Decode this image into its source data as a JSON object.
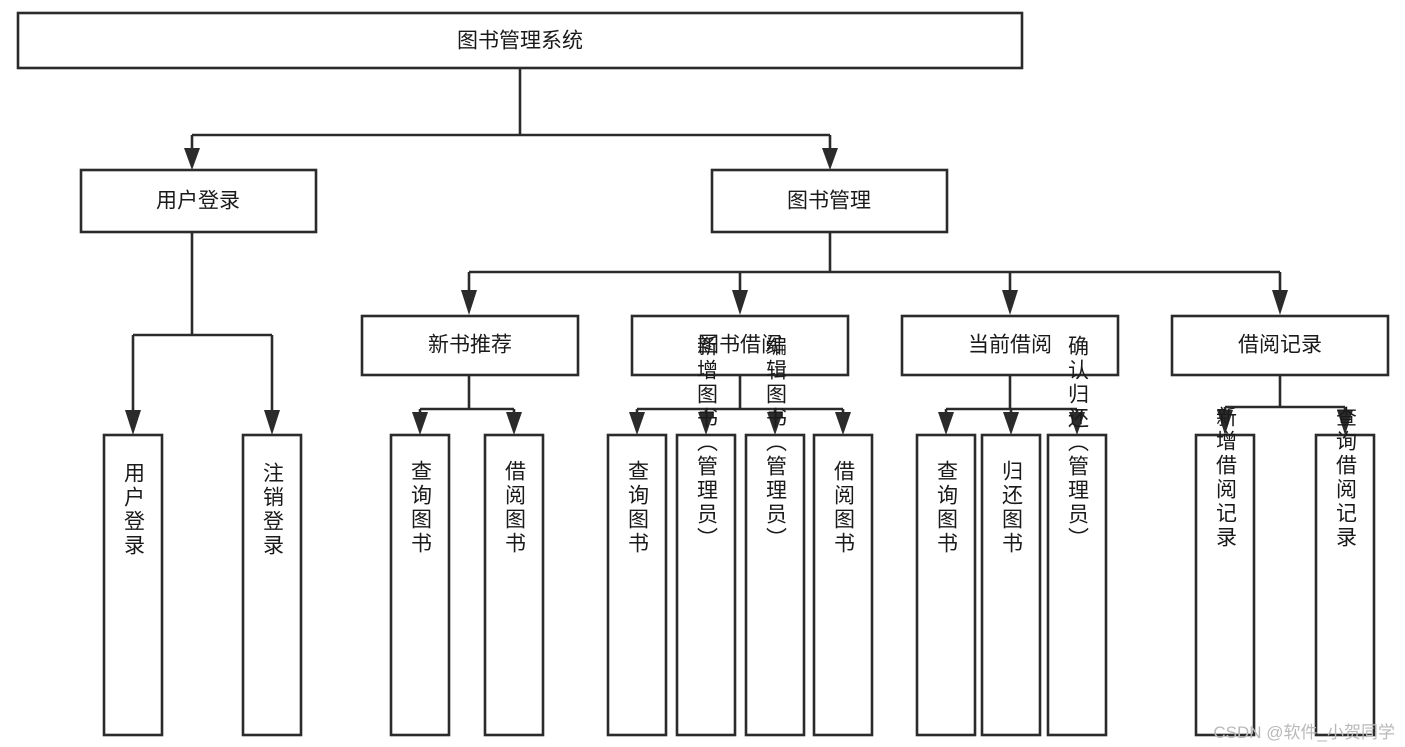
{
  "diagram": {
    "title": "图书管理系统",
    "type": "hierarchy-tree",
    "watermark": "CSDN @软件_小贺同学",
    "colors": {
      "stroke": "#2b2b2b",
      "fill": "#ffffff",
      "text": "#1a1a1a",
      "watermark": "#b9b9b9",
      "background": "#ffffff"
    },
    "levels": [
      {
        "level": 0,
        "nodes": [
          {
            "id": "root",
            "label": "图书管理系统",
            "orientation": "horizontal"
          }
        ]
      },
      {
        "level": 1,
        "nodes": [
          {
            "id": "user-login",
            "label": "用户登录",
            "orientation": "horizontal",
            "parent": "root"
          },
          {
            "id": "book-manage",
            "label": "图书管理",
            "orientation": "horizontal",
            "parent": "root"
          }
        ]
      },
      {
        "level": 2,
        "nodes": [
          {
            "id": "new-book-rec",
            "label": "新书推荐",
            "orientation": "horizontal",
            "parent": "book-manage"
          },
          {
            "id": "book-borrow",
            "label": "图书借阅",
            "orientation": "horizontal",
            "parent": "book-manage"
          },
          {
            "id": "current-borrow",
            "label": "当前借阅",
            "orientation": "horizontal",
            "parent": "book-manage"
          },
          {
            "id": "borrow-record",
            "label": "借阅记录",
            "orientation": "horizontal",
            "parent": "book-manage"
          }
        ]
      },
      {
        "level": 3,
        "nodes": [
          {
            "id": "leaf-user-login",
            "label": "用户登录",
            "orientation": "vertical",
            "parent": "user-login"
          },
          {
            "id": "leaf-logout",
            "label": "注销登录",
            "orientation": "vertical",
            "parent": "user-login"
          },
          {
            "id": "leaf-query-book-1",
            "label": "查询图书",
            "orientation": "vertical",
            "parent": "new-book-rec"
          },
          {
            "id": "leaf-borrow-book-1",
            "label": "借阅图书",
            "orientation": "vertical",
            "parent": "new-book-rec"
          },
          {
            "id": "leaf-query-book-2",
            "label": "查询图书",
            "orientation": "vertical",
            "parent": "book-borrow"
          },
          {
            "id": "leaf-add-book",
            "label": "新增图书（管理员）",
            "orientation": "vertical",
            "parent": "book-borrow"
          },
          {
            "id": "leaf-edit-book",
            "label": "编辑图书（管理员）",
            "orientation": "vertical",
            "parent": "book-borrow"
          },
          {
            "id": "leaf-borrow-book-2",
            "label": "借阅图书",
            "orientation": "vertical",
            "parent": "book-borrow"
          },
          {
            "id": "leaf-query-book-3",
            "label": "查询图书",
            "orientation": "vertical",
            "parent": "current-borrow"
          },
          {
            "id": "leaf-return-book",
            "label": "归还图书",
            "orientation": "vertical",
            "parent": "current-borrow"
          },
          {
            "id": "leaf-confirm-return",
            "label": "确认归还（管理员）",
            "orientation": "vertical",
            "parent": "current-borrow"
          },
          {
            "id": "leaf-add-record",
            "label": "新增借阅记录",
            "orientation": "vertical",
            "parent": "borrow-record"
          },
          {
            "id": "leaf-query-record",
            "label": "查询借阅记录",
            "orientation": "vertical",
            "parent": "borrow-record"
          }
        ]
      }
    ]
  }
}
